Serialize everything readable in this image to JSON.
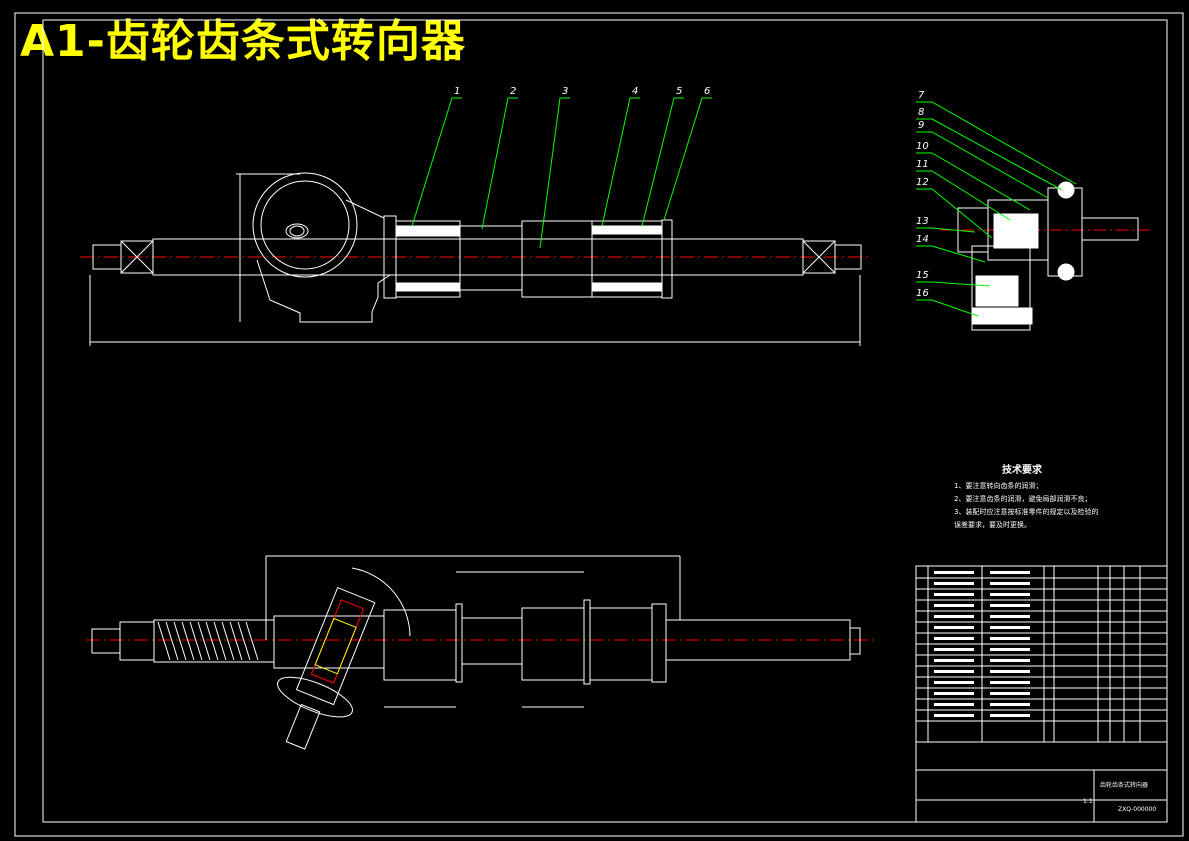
{
  "title": "A1-齿轮齿条式转向器",
  "colors": {
    "background": "#000000",
    "title": "#ffff00",
    "outline": "#ffffff",
    "leaders": "#00ff00",
    "centerline": "#ff0000",
    "section_fill": "#ffffff"
  },
  "callouts_top": [
    "1",
    "2",
    "3",
    "4",
    "5",
    "6"
  ],
  "callouts_right": [
    "7",
    "8",
    "9",
    "10",
    "11",
    "12",
    "13",
    "14",
    "15",
    "16"
  ],
  "tech_requirements": {
    "heading": "技术要求",
    "items": [
      "1、要注意转向齿条的润滑；",
      "2、要注意齿条的润滑，避免局部润滑不良；",
      "3、装配时应注意按标准零件的规定以及检验的",
      "误差要求，要及时更换。"
    ]
  },
  "title_block": {
    "drawing_name": "齿轮齿条式转向器",
    "drawing_no": "ZXQ-000000",
    "scale": "1:1"
  }
}
